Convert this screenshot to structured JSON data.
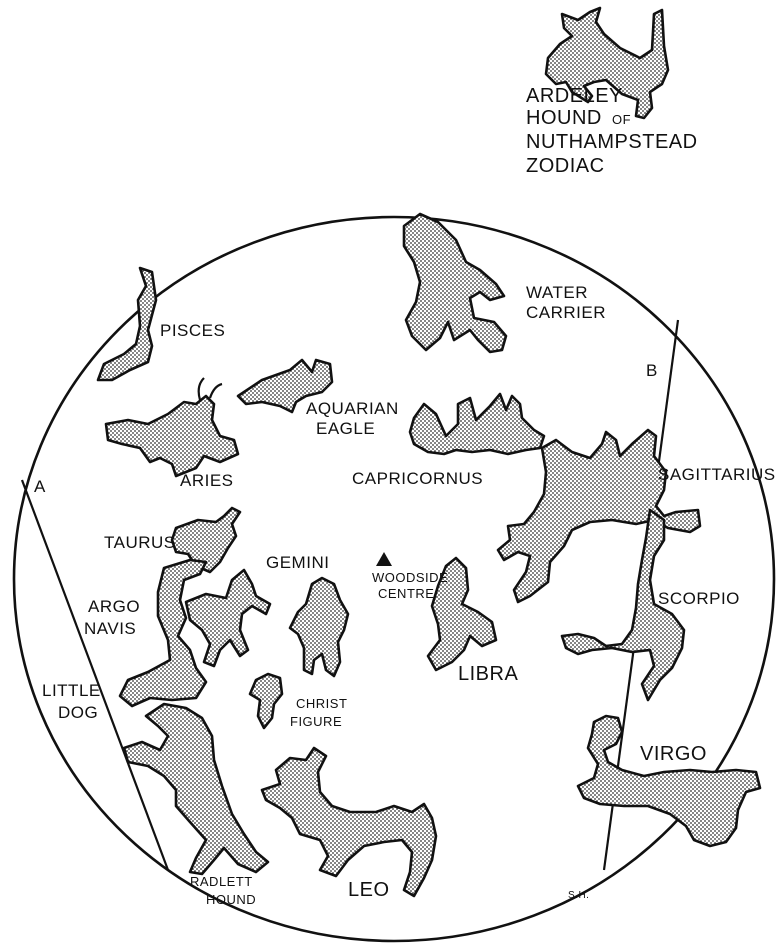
{
  "title": {
    "line1": "ARDELEY",
    "line2": "HOUND",
    "of": "OF",
    "line3": "NUTHAMPSTEAD",
    "line4": "ZODIAC"
  },
  "labels": {
    "pisces": "PISCES",
    "aries": "ARIES",
    "aquarian_eagle_1": "AQUARIAN",
    "aquarian_eagle_2": "EAGLE",
    "water_carrier_1": "WATER",
    "water_carrier_2": "CARRIER",
    "capricornus": "CAPRICORNUS",
    "sagittarius": "SAGITTARIUS",
    "taurus": "TAURUS",
    "gemini": "GEMINI",
    "woodside_1": "WOODSIDE",
    "woodside_2": "CENTRE",
    "scorpio": "SCORPIO",
    "argo_1": "ARGO",
    "argo_2": "NAVIS",
    "libra": "LIBRA",
    "little_1": "LITTLE",
    "little_2": "DOG",
    "christ_1": "CHRIST",
    "christ_2": "FIGURE",
    "virgo": "VIRGO",
    "radlett_1": "RADLETT",
    "radlett_2": "HOUND",
    "leo": "LEO",
    "line_a": "A",
    "line_b": "B",
    "signature": "S.H."
  }
}
